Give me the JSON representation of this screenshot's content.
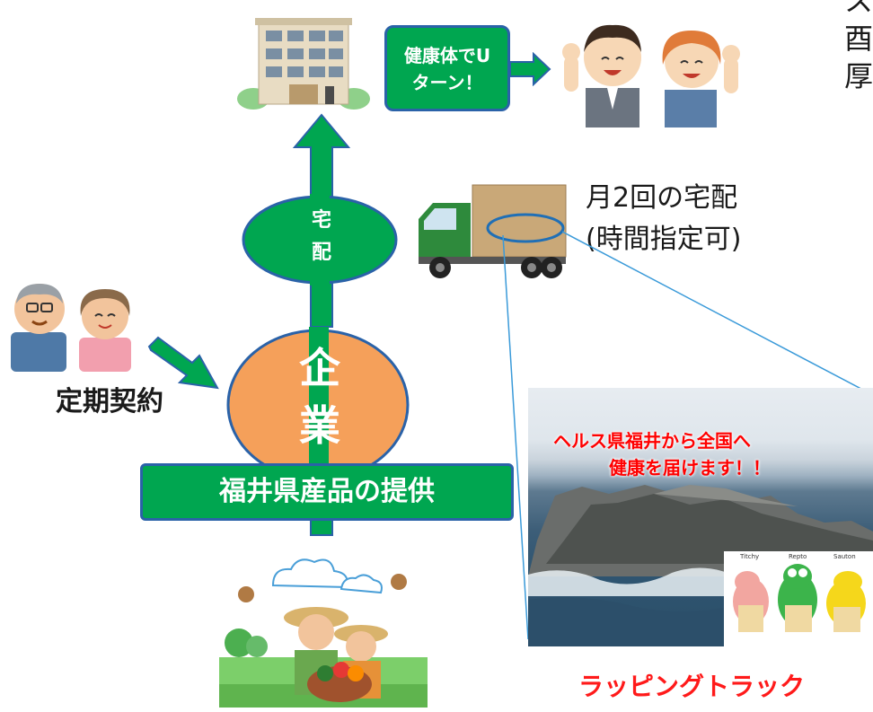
{
  "top_box": {
    "line1": "健康体でU",
    "line2": "ターン！"
  },
  "delivery_ellipse": {
    "line1": "宅",
    "line2": "配"
  },
  "company_circle": {
    "line1": "企",
    "line2": "業"
  },
  "supply_box": {
    "label": "福井県産品の提供"
  },
  "contract_label": "定期契約",
  "truck_caption": {
    "line1": "月2回の宅配",
    "line2": "(時間指定可)"
  },
  "photo_text": {
    "line1": "ヘルス県福井から全国へ",
    "line2": "健康を届けます！！"
  },
  "mascot_names": [
    "Titchy",
    "Repto",
    "Sauton"
  ],
  "wrapping_truck_label": "ラッピングトラック",
  "cut_text": {
    "line1": "ス",
    "line2": "酉",
    "line3": "厚"
  },
  "colors": {
    "green": "#00a650",
    "orange": "#f5a05a",
    "blue_border": "#2a62a8",
    "red": "#ff0000"
  }
}
